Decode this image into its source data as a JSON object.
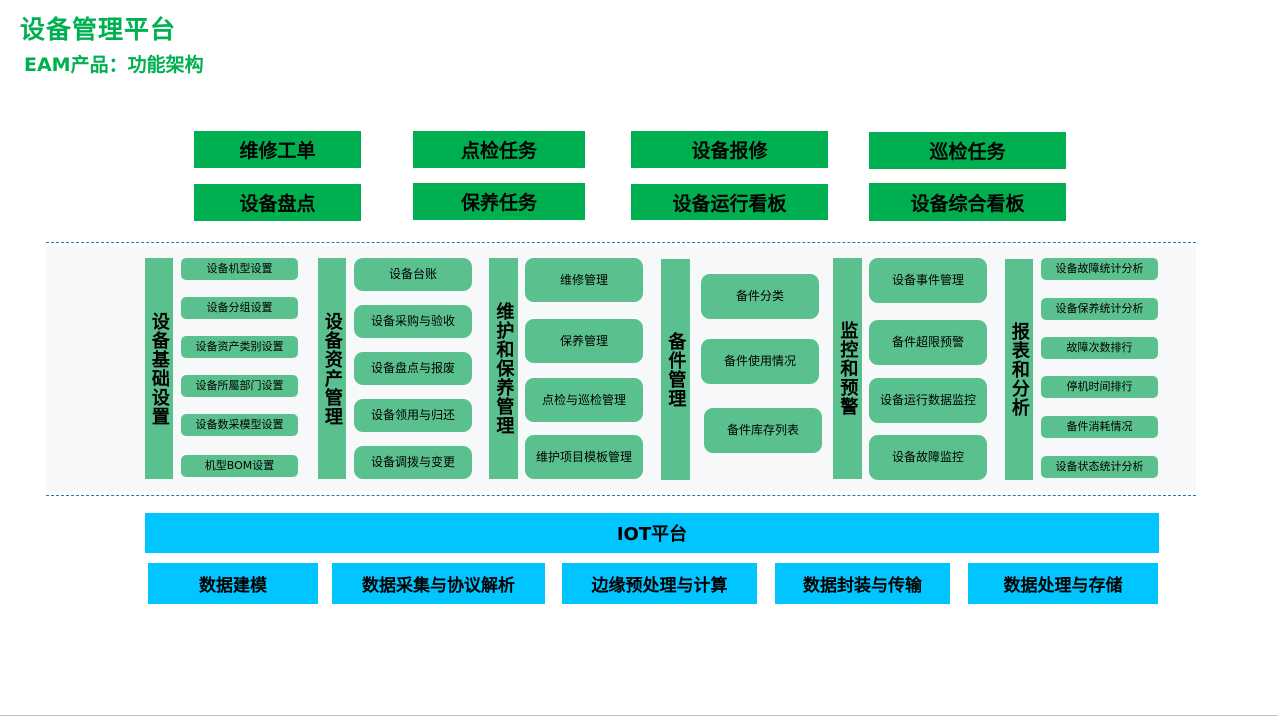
{
  "header": {
    "title": "设备管理平台",
    "subtitle": "EAM产品：功能架构"
  },
  "top_modules": [
    "维修工单",
    "点检任务",
    "设备报修",
    "巡检任务",
    "设备盘点",
    "保养任务",
    "设备运行看板",
    "设备综合看板"
  ],
  "columns": [
    {
      "title": "设备基础设置",
      "items": [
        "设备机型设置",
        "设备分组设置",
        "设备资产类别设置",
        "设备所屬部门设置",
        "设备数采模型设置",
        "机型BOM设置"
      ]
    },
    {
      "title": "设备资产管理",
      "items": [
        "设备台账",
        "设备采购与验收",
        "设备盘点与报废",
        "设备领用与归还",
        "设备调拨与变更"
      ]
    },
    {
      "title": "维护和保养管理",
      "items": [
        "维修管理",
        "保养管理",
        "点检与巡检管理",
        "维护项目模板管理"
      ]
    },
    {
      "title": "备件管理",
      "items": [
        "备件分类",
        "备件使用情况",
        "备件库存列表"
      ]
    },
    {
      "title": "监控和预警",
      "items": [
        "设备事件管理",
        "备件超限预警",
        "设备运行数据监控",
        "设备故障监控"
      ]
    },
    {
      "title": "报表和分析",
      "items": [
        "设备故障统计分析",
        "设备保养统计分析",
        "故障次数排行",
        "停机时间排行",
        "备件消耗情况",
        "设备状态统计分析"
      ]
    }
  ],
  "iot": {
    "title": "IOT平台",
    "items": [
      "数据建模",
      "数据采集与协议解析",
      "边缘预处理与计算",
      "数据封装与传输",
      "数据处理与存储"
    ]
  },
  "colors": {
    "title_green": "#00b050",
    "top_box_green": "#00b050",
    "module_green": "#5ac18e",
    "iot_cyan": "#00c5ff",
    "divider_blue": "#2e75b6"
  }
}
